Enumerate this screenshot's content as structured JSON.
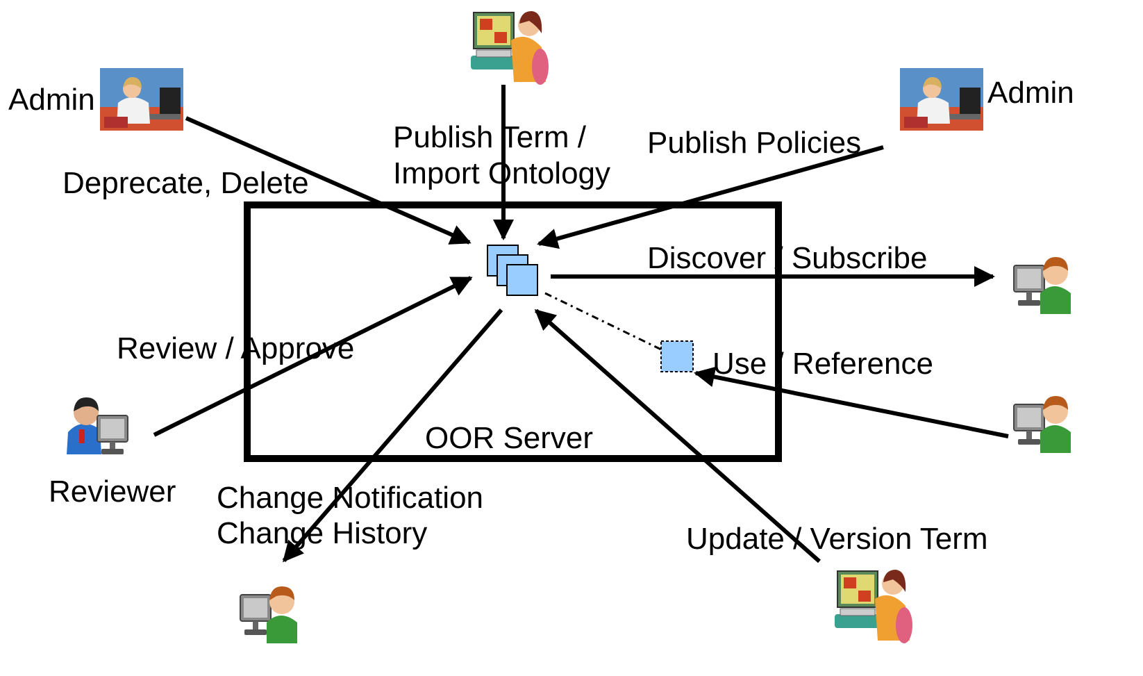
{
  "server": {
    "label": "OOR Server"
  },
  "actors": {
    "admin_left": "Admin",
    "admin_right": "Admin",
    "reviewer": "Reviewer"
  },
  "edges": {
    "deprecate_delete": "Deprecate, Delete",
    "publish_term": {
      "line1": "Publish Term /",
      "line2": "Import   Ontology"
    },
    "publish_policies": "Publish Policies",
    "discover_subscribe": "Discover  / Subscribe",
    "review_approve": "Review  / Approve",
    "use_reference": "Use   / Reference",
    "change": {
      "line1": "Change   Notification",
      "line2": "Change History"
    },
    "update_version": "Update  / Version Term"
  },
  "colors": {
    "term_fill": "#99ccff",
    "stroke": "#000000",
    "green_shirt": "#3a9a3a",
    "blue_shirt": "#2a6fc9",
    "orange_shirt": "#f0a030",
    "skin": "#f2c49b"
  },
  "icons": {
    "admin": "office-worker-at-desk-icon",
    "publisher": "woman-at-computer-icon",
    "user": "user-at-computer-icon",
    "reviewer": "reviewer-at-computer-icon",
    "term": "term-document-icon"
  }
}
